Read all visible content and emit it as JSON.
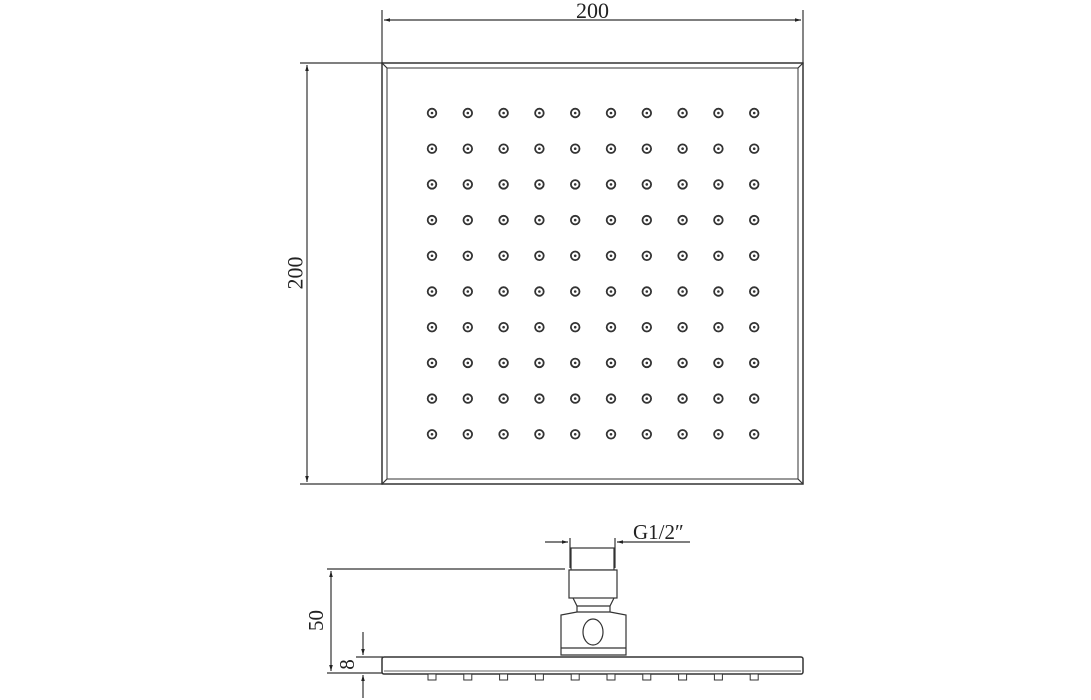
{
  "diagram": {
    "type": "technical-drawing",
    "subject": "square shower head",
    "top_view": {
      "width_dimension": "200",
      "height_dimension": "200",
      "nozzle_grid": {
        "rows": 10,
        "cols": 10
      }
    },
    "side_view": {
      "connection_label": "G1/2″",
      "overall_height_dimension": "50",
      "plate_thickness_dimension": "8",
      "bottom_nozzles": 10
    },
    "colors": {
      "line": "#333333",
      "background": "#ffffff"
    }
  }
}
